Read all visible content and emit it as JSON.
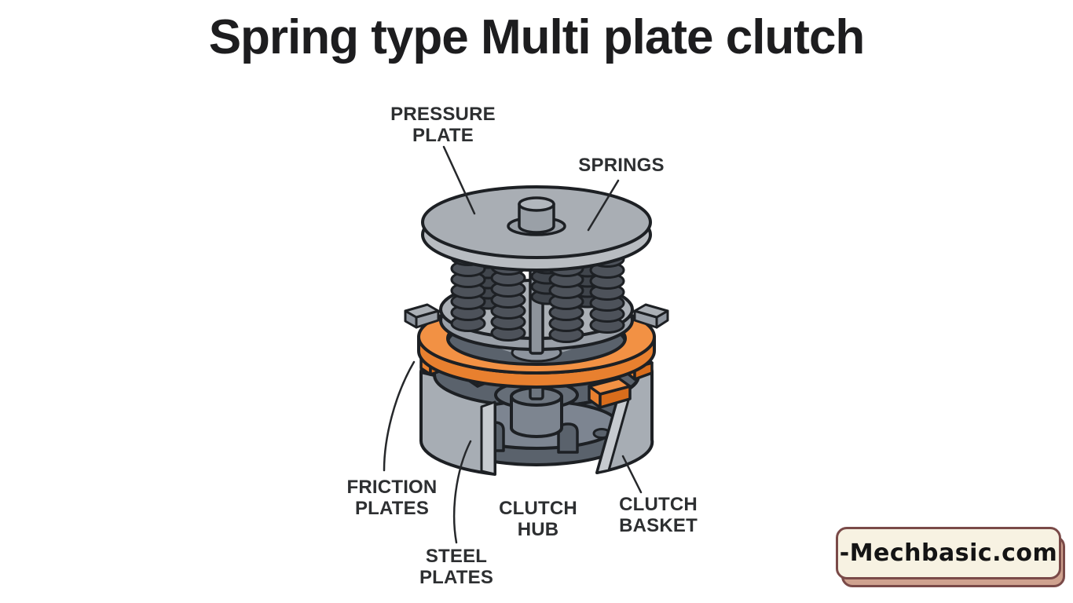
{
  "title": "Spring type Multi plate clutch",
  "diagram": {
    "labels": {
      "pressure_plate": "PRESSURE\nPLATE",
      "springs": "SPRINGS",
      "friction_plates": "FRICTION\nPLATES",
      "steel_plates": "STEEL\nPLATES",
      "clutch_hub": "CLUTCH\nHUB",
      "clutch_basket": "CLUTCH\nBASKET"
    }
  },
  "watermark": {
    "text": "-Mechbasic.com"
  },
  "colors": {
    "background": "#ffffff",
    "title_text": "#1d1d1f",
    "label_text": "#2d2f31",
    "outline": "#1d2024",
    "metal_light": "#a9aeb4",
    "metal_mid": "#8d949e",
    "metal_dark": "#5a626c",
    "spring_coil": "#4d525a",
    "friction_orange": "#f29144",
    "friction_orange_side": "#e8802f",
    "watermark_bg": "#f7f2e2",
    "watermark_border": "#7a4a48",
    "watermark_shadow": "#cfa28f"
  }
}
